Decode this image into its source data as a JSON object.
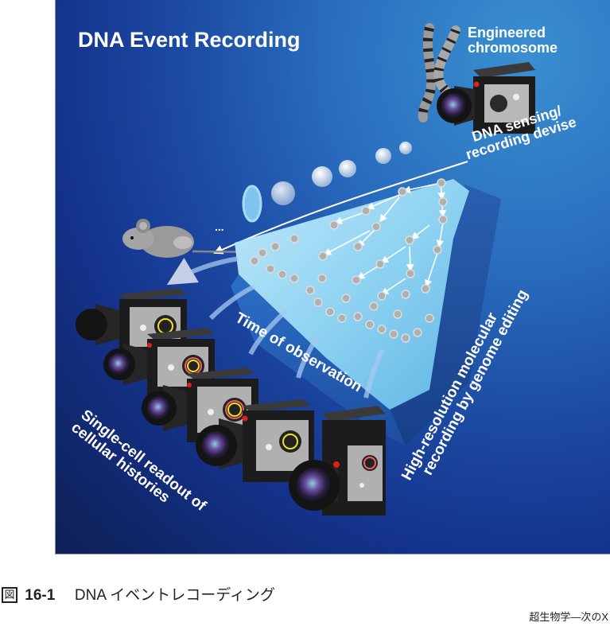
{
  "figure": {
    "title": "DNA Event Recording",
    "labels": {
      "engineered_chromosome": [
        "Engineered",
        "chromosome"
      ],
      "sensing_device": [
        "DNA sensing/",
        "recording devise"
      ],
      "time_of_observation": "Time of observation",
      "high_resolution": [
        "High-resolution molecular",
        "recording by genome editing"
      ],
      "single_cell": [
        "Single-cell readout of",
        "cellular histories"
      ]
    },
    "embryo_ellipsis": "...",
    "colors": {
      "background_light": "#3a8fd0",
      "background_dark": "#0e1f55",
      "tissue": "#8fd3f2",
      "cell": "#b9b9b9",
      "camera_body": "#1e1e1e",
      "camera_led": "#e0201a",
      "ring_yellow": "#f0e020",
      "ring_red": "#f06060",
      "ring_blue": "#3090e0"
    }
  },
  "caption": {
    "figure_mark": "図",
    "number": "16-1",
    "text": "DNA イベントレコーディング"
  },
  "source": "超生物学―次のX"
}
